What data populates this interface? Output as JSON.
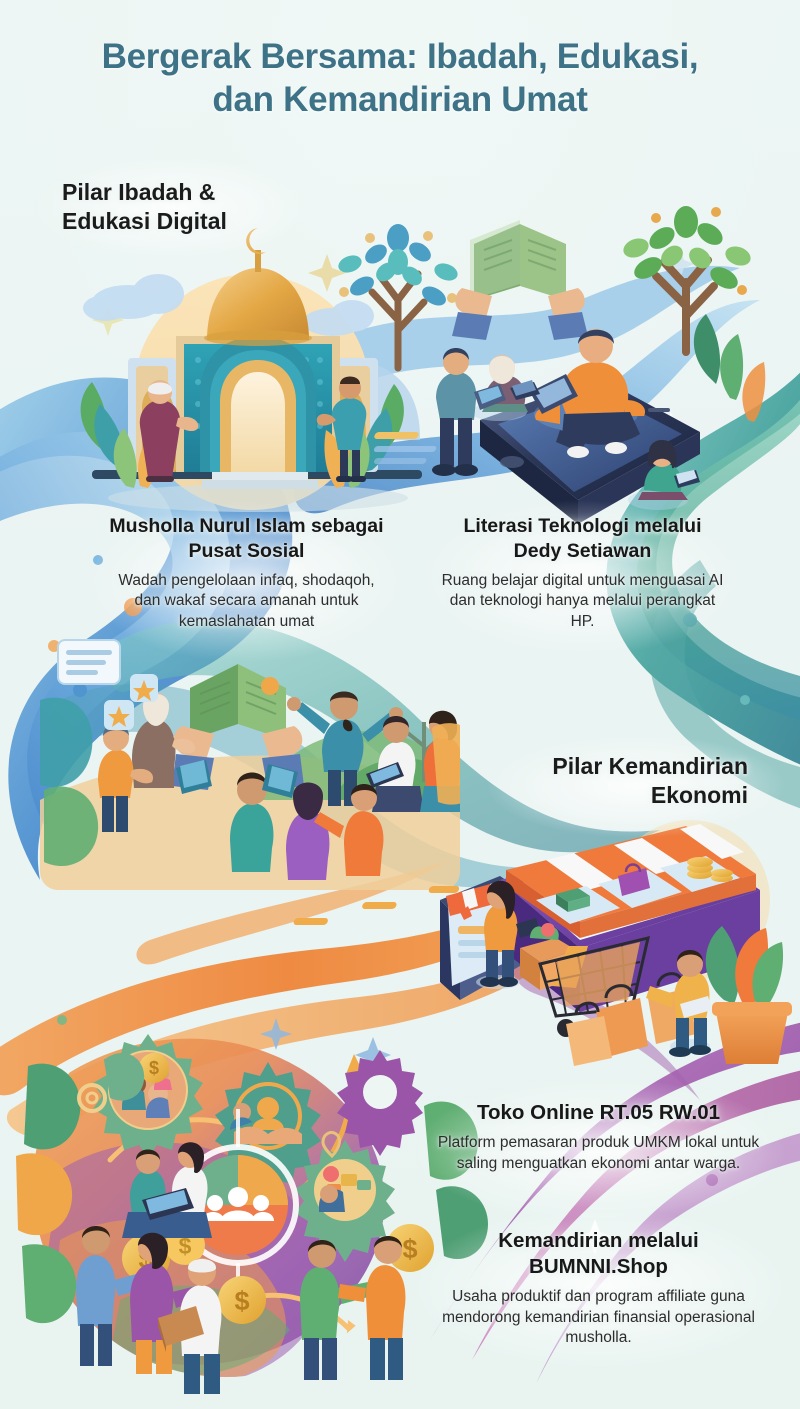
{
  "poster": {
    "title": "Bergerak Bersama: Ibadah, Edukasi, dan Kemandirian Umat",
    "title_line_1": "Bergerak Bersama: Ibadah, Edukasi,",
    "title_line_2": "dan Kemandirian Umat",
    "background_color": "#eaf4f2",
    "title_color": "#3d7287",
    "heading_color": "#181818",
    "body_color": "#2d2d2d"
  },
  "pillars": [
    {
      "id": "ibadah-edukasi",
      "label": "Pilar Ibadah & Edukasi Digital",
      "line_1": "Pilar Ibadah &",
      "line_2": "Edukasi Digital"
    },
    {
      "id": "kemandirian-ekonomi",
      "label": "Pilar Kemandirian Ekonomi",
      "line_1": "Pilar Kemandirian",
      "line_2": "Ekonomi"
    }
  ],
  "blocks": [
    {
      "id": "musholla",
      "heading": "Musholla Nurul Islam sebagai Pusat Sosial",
      "body": "Wadah pengelolaan infaq, shodaqoh, dan wakaf secara amanah untuk kemaslahatan umat"
    },
    {
      "id": "literasi",
      "heading": "Literasi Teknologi melalui Dedy Setiawan",
      "body": "Ruang belajar digital untuk menguasai AI dan teknologi hanya melalui perangkat HP."
    },
    {
      "id": "toko-online",
      "heading": "Toko Online RT.05 RW.01",
      "body": "Platform pemasaran produk UMKM lokal untuk saling menguatkan ekonomi antar warga."
    },
    {
      "id": "bumnni-shop",
      "heading": "Kemandirian melalui BUMNNI.Shop",
      "body": "Usaha produktif dan program affiliate guna mendorong kemandirian finansial operasional musholla."
    }
  ],
  "illustrations": [
    {
      "id": "mosque-scene",
      "name": "mosque-illustration",
      "description": "Musholla dengan kubah emas, lengkung biru toska, dua orang, pohon dan daun"
    },
    {
      "id": "tree-book-scene",
      "name": "tree-and-book-illustration",
      "description": "Pohon berdaun biru-toska dan tangan memegang kitab terbuka"
    },
    {
      "id": "smartphone-scene",
      "name": "smartphone-learning-illustration",
      "description": "Ponsel isometrik besar dengan orang-orang belajar memakai tablet dan laptop"
    },
    {
      "id": "community-scene",
      "name": "community-learning-illustration",
      "description": "Warga berkumpul mengelilingi kitab terbuka, belajar bersama"
    },
    {
      "id": "ecommerce-scene",
      "name": "online-store-illustration",
      "description": "Tablet ungu menjadi etalase toko online dengan tenda garis oranye, keranjang dan tas belanja"
    },
    {
      "id": "economy-scene",
      "name": "economy-gears-illustration",
      "description": "Roda gigi, koin dolar, panah pertumbuhan, dan warga bertransaksi"
    }
  ],
  "palette": {
    "ribbon_blue": "#3f7fc4",
    "ribbon_blue_light": "#7db6e0",
    "ribbon_teal": "#3f9f9a",
    "ribbon_green": "#6fba8c",
    "ribbon_orange": "#ef8a3c",
    "ribbon_orange_light": "#f7b267",
    "ribbon_purple": "#9b5fa8",
    "ribbon_magenta": "#b6519b",
    "dome_gold": "#e8ab4e",
    "mosque_teal": "#2f93a7",
    "store_purple": "#6b3fa0",
    "coin_gold": "#f0b33c",
    "leaf_green": "#63a85f",
    "leaf_teal": "#49a5b0"
  }
}
